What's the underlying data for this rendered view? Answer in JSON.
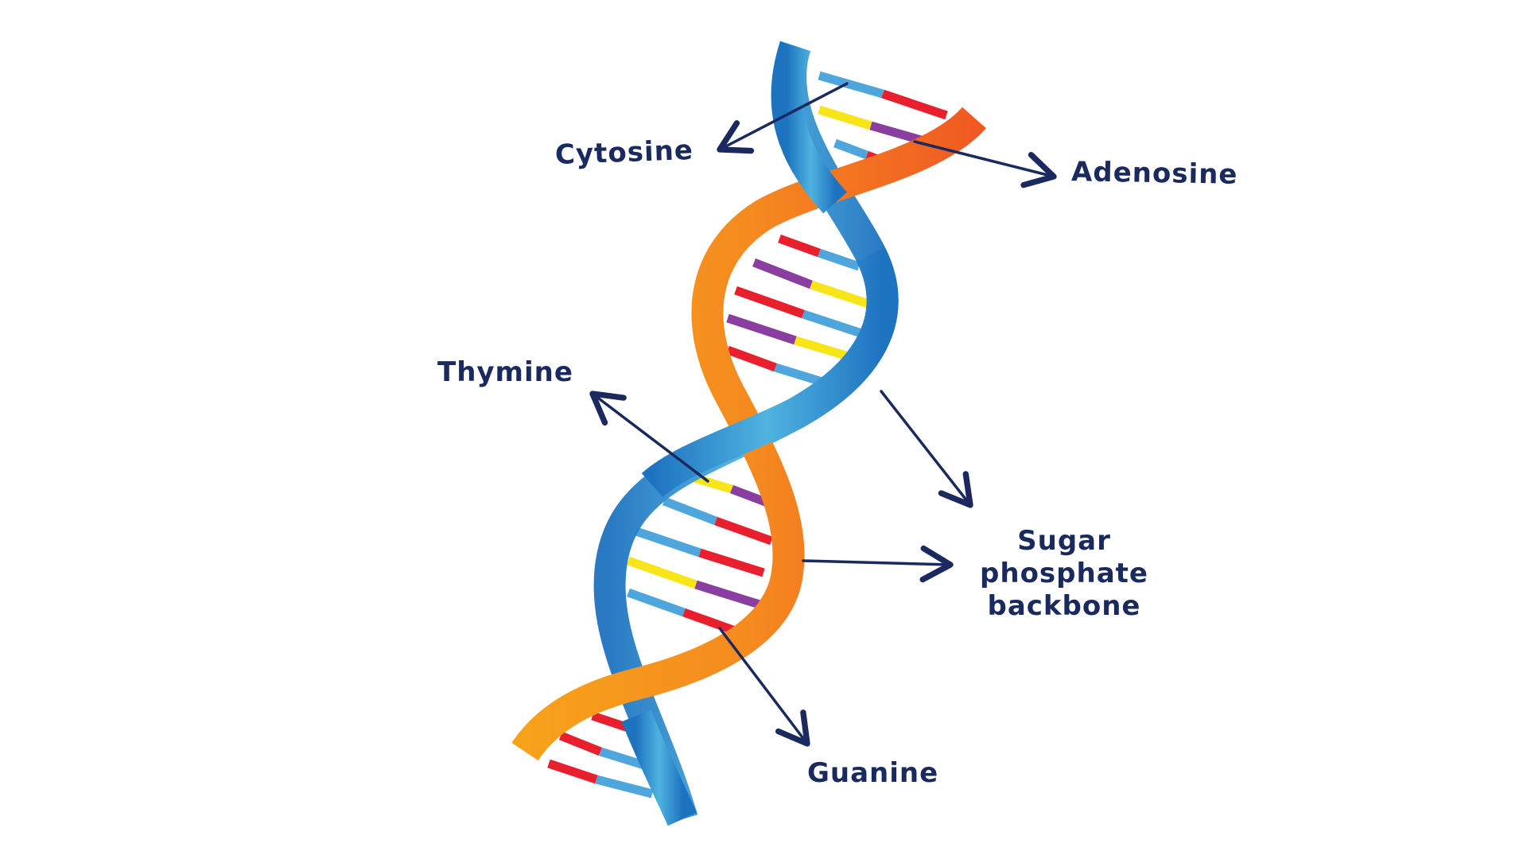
{
  "labels": {
    "cytosine": "Cytosine",
    "adenosine": "Adenosine",
    "thymine": "Thymine",
    "backbone": "Sugar phosphate backbone",
    "guanine": "Guanine"
  },
  "colors": {
    "background": "#ffffff",
    "label_text": "#1b2a5e",
    "arrow": "#1b2a5e",
    "strand_blue_light": "#4fb3e0",
    "strand_blue_dark": "#1e73c0",
    "strand_orange_light": "#f7a21b",
    "strand_orange_dark": "#f05a22",
    "base_red": "#e8202e",
    "base_yellow": "#f7e51a",
    "base_purple": "#8a3ea0",
    "base_blue": "#4fa6dc"
  }
}
